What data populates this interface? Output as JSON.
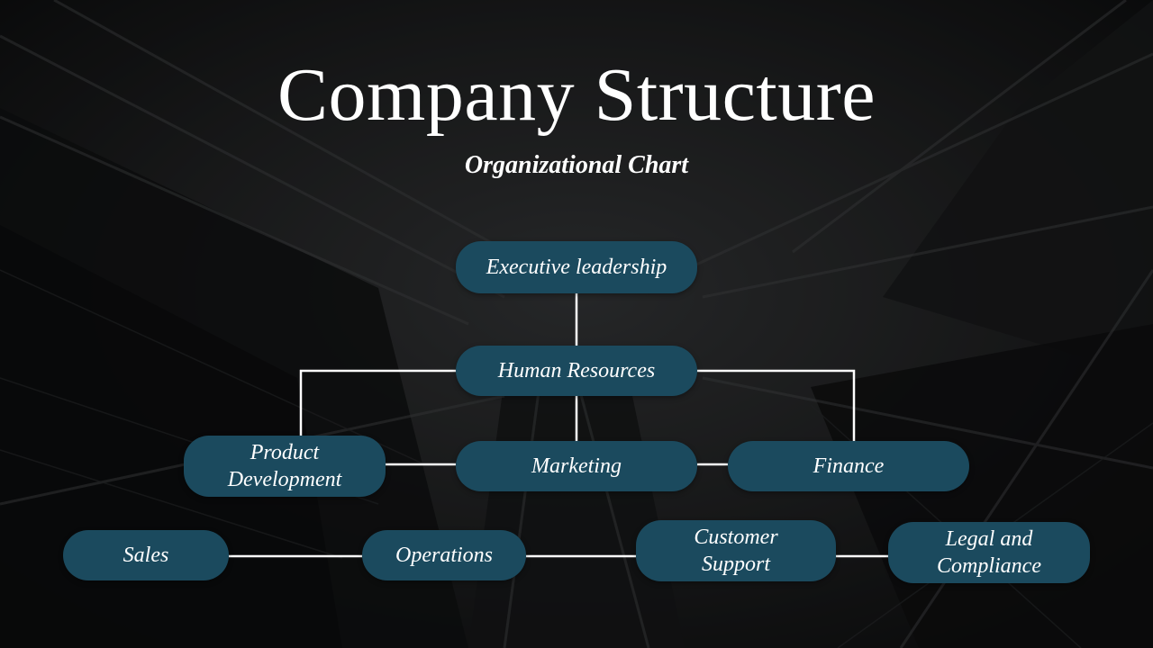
{
  "slide": {
    "title": "Company Structure",
    "subtitle": "Organizational Chart"
  },
  "nodes": {
    "executive": "Executive leadership",
    "hr": "Human Resources",
    "product_line1": "Product",
    "product_line2": "Development",
    "marketing": "Marketing",
    "finance": "Finance",
    "sales": "Sales",
    "operations": "Operations",
    "customer_line1": "Customer",
    "customer_line2": "Support",
    "legal_line1": "Legal and",
    "legal_line2": "Compliance"
  },
  "colors": {
    "node_fill": "#1b4a5e",
    "connector": "#ffffff",
    "background": "#161718"
  }
}
